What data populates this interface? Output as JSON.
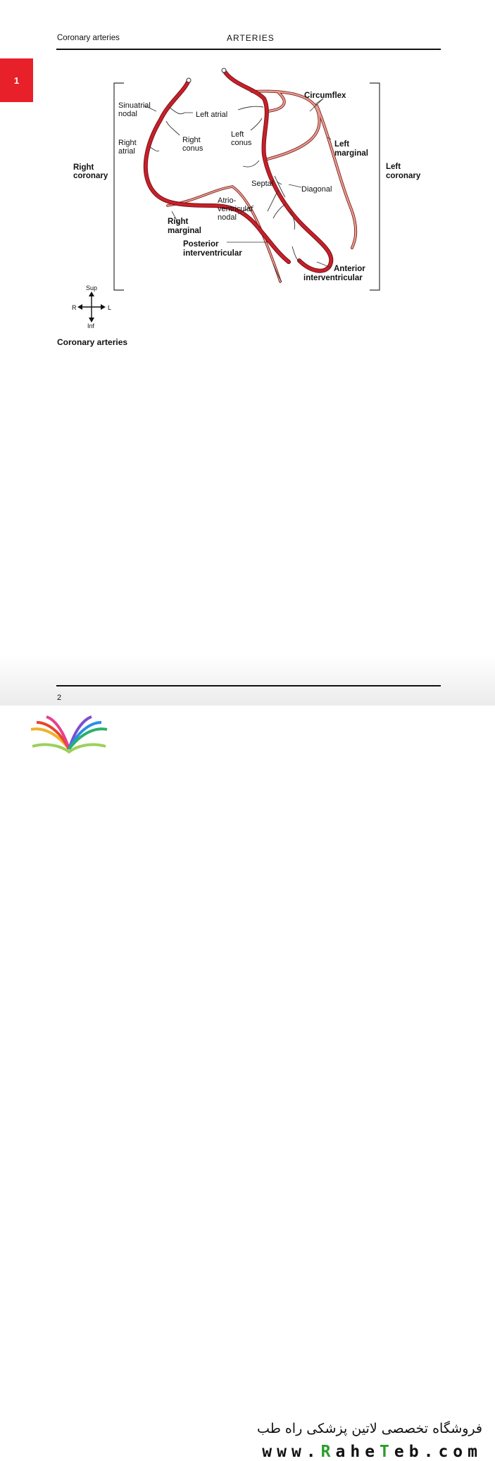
{
  "header": {
    "left": "Coronary arteries",
    "center": "ARTERIES"
  },
  "tab": {
    "label": "1"
  },
  "figure": {
    "labels": {
      "sinuatrial_1": "Sinuatrial",
      "sinuatrial_2": "nodal",
      "left_atrial": "Left atrial",
      "circumflex": "Circumflex",
      "right_atrial_1": "Right",
      "right_atrial_2": "atrial",
      "right_conus_1": "Right",
      "right_conus_2": "conus",
      "left_conus_1": "Left",
      "left_conus_2": "conus",
      "left_marginal_1": "Left",
      "left_marginal_2": "marginal",
      "right_coronary_1": "Right",
      "right_coronary_2": "coronary",
      "left_coronary_1": "Left",
      "left_coronary_2": "coronary",
      "septal": "Septal",
      "diagonal": "Diagonal",
      "av_nodal_1": "Atrio-",
      "av_nodal_2": "ventricular",
      "av_nodal_3": "nodal",
      "right_marginal_1": "Right",
      "right_marginal_2": "marginal",
      "posterior_iv_1": "Posterior",
      "posterior_iv_2": "interventricular",
      "anterior_iv_1": "Anterior",
      "anterior_iv_2": "interventricular"
    },
    "orientation": {
      "sup": "Sup",
      "inf": "Inf",
      "r": "R",
      "l": "L"
    }
  },
  "caption": "Coronary arteries",
  "footer": {
    "page_number": "2"
  },
  "banner": {
    "shop_text": "فروشگاه تخصصی لاتین پزشکی  راه طب",
    "site_prefix": "www.",
    "site_r": "R",
    "site_mid1": "ahe",
    "site_t": "T",
    "site_mid2": "eb",
    "site_suffix": ".com"
  },
  "colors": {
    "tab": "#e8202a",
    "artery": "#c8202a",
    "artery_outline": "#7a1015",
    "light_artery": "#e3a08e",
    "site_green": "#2a9d2a"
  }
}
